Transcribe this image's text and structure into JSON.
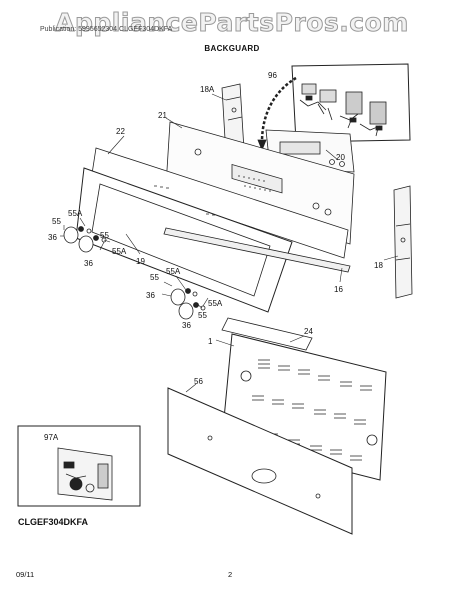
{
  "watermark": "AppliancePartsPros.com",
  "header_text": "Publication: 5995652304  CLGEF304DKFA",
  "section_title": "BACKGUARD",
  "model": "CLGEF304DKFA",
  "footer": {
    "date": "09/11",
    "page": "2"
  },
  "callouts": {
    "c96": "96",
    "c18a": "18A",
    "c21": "21",
    "c22": "22",
    "c20": "20",
    "c55a_1": "55A",
    "c55_1": "55",
    "c36_1": "36",
    "c55_2": "55",
    "c55a_2": "55A",
    "c36_2": "36",
    "c19": "19",
    "c55_3": "55",
    "c55a_3": "55A",
    "c36_3": "36",
    "c55_4": "55",
    "c55a_4": "55A",
    "c36_4": "36",
    "c18": "18",
    "c16": "16",
    "c24": "24",
    "c1": "1",
    "c56": "56",
    "c97a": "97A"
  }
}
